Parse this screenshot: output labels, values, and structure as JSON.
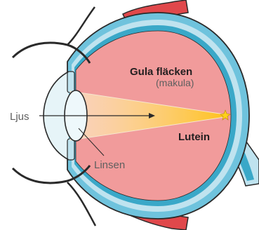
{
  "diagram": {
    "labels": {
      "light": "Ljus",
      "lens": "Linsen",
      "macula_title": "Gula fläcken",
      "macula_sub": "(makula)",
      "lutein": "Lutein"
    },
    "colors": {
      "sclera_outer": "#6fc3dd",
      "sclera_inner": "#bfe3ef",
      "choroid": "#3aa8c8",
      "vitreous": "#f19b9b",
      "muscle": "#e0484b",
      "light_beam": "#ffcf3a",
      "lens_fill": "#eef8fb",
      "outline": "#2a2a2a",
      "label_text": "#231f20",
      "label_muted": "#5f5f5f"
    },
    "icons": [
      "eye-diagram",
      "arrow-right-icon",
      "star-icon"
    ]
  }
}
